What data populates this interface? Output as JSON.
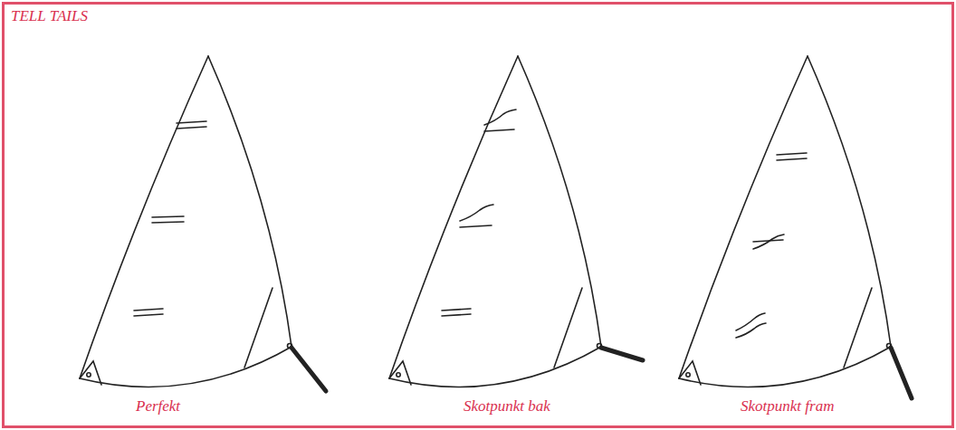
{
  "diagram": {
    "title": "TELL TAILS",
    "labels": [
      "Perfekt",
      "Skotpunkt bak",
      "Skotpunkt fram"
    ]
  }
}
